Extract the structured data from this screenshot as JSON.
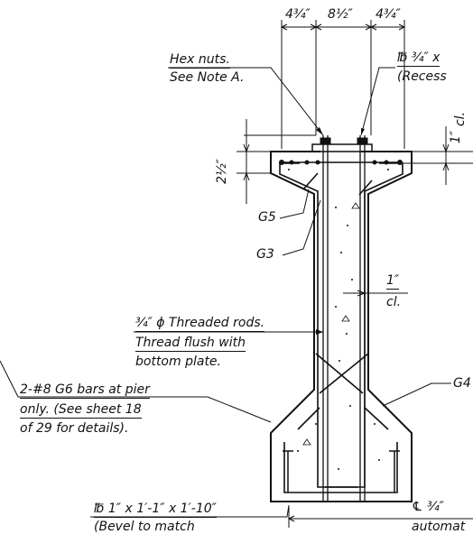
{
  "dimensions": {
    "top_left": "4³⁄₄″",
    "top_mid": "8½″",
    "top_right": "4³⁄₄″",
    "left_height": "2½″",
    "right_top_clear": "1″",
    "right_top_clear_unit": "cl.",
    "web_clear": "1″",
    "web_clear_unit": "cl."
  },
  "callouts": {
    "hex_nuts_line1": "Hex nuts.",
    "hex_nuts_line2": "See Note A.",
    "plate_top_line1": "℔ ³⁄₄″ x",
    "plate_top_line2": "(Recess",
    "g5": "G5",
    "g3": "G3",
    "g4": "G4",
    "rods_line1": "³⁄₄″ ϕ Threaded rods.",
    "rods_line2": "Thread flush with",
    "rods_line3": "bottom plate.",
    "bars_line1": "2-#8 G6 bars at pier",
    "bars_line2": "only. (See sheet 18",
    "bars_line3": "of 29 for details).",
    "plate_bottom_line1": "℔ 1″ x 1′-1″ x 1′-10″",
    "plate_bottom_line2": "(Bevel to match",
    "centerline_line1": "℄ ³⁄₄″",
    "centerline_line2": "automat"
  }
}
